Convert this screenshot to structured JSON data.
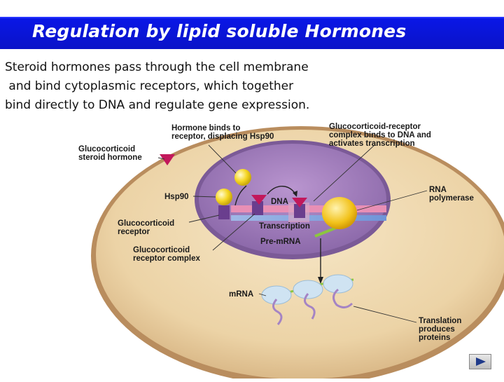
{
  "title": "Regulation by lipid soluble Hormones",
  "intro_lines": [
    "Steroid hormones pass through the cell membrane",
    " and bind cytoplasmic receptors, which together",
    "bind directly to DNA and regulate gene expression."
  ],
  "labels": {
    "hormone_binds": "Hormone binds to\nreceptor, displacing Hsp90",
    "complex_binds": "Glucocorticoid-receptor\ncomplex binds to DNA and\nactivates transcription",
    "steroid_hormone": "Glucocorticoid\nsteroid hormone",
    "hsp90": "Hsp90",
    "dna": "DNA",
    "rna_polymerase": "RNA\npolymerase",
    "receptor": "Glucocorticoid\nreceptor",
    "transcription": "Transcription",
    "pre_mrna": "Pre-mRNA",
    "receptor_complex": "Glucocorticoid\nreceptor complex",
    "mrna": "mRNA",
    "translation": "Translation\nproduces\nproteins"
  },
  "colors": {
    "title_bar": "#0a13c8",
    "cytoplasm": "#ecd3a6",
    "nucleus": "#a47fbf",
    "hormone": "#c2185b",
    "hsp90": "#f5d623",
    "receptor": "#6a3e8e",
    "ribosome": "#cfe3f2"
  },
  "icons": {
    "next_slide": "play-triangle-icon"
  }
}
